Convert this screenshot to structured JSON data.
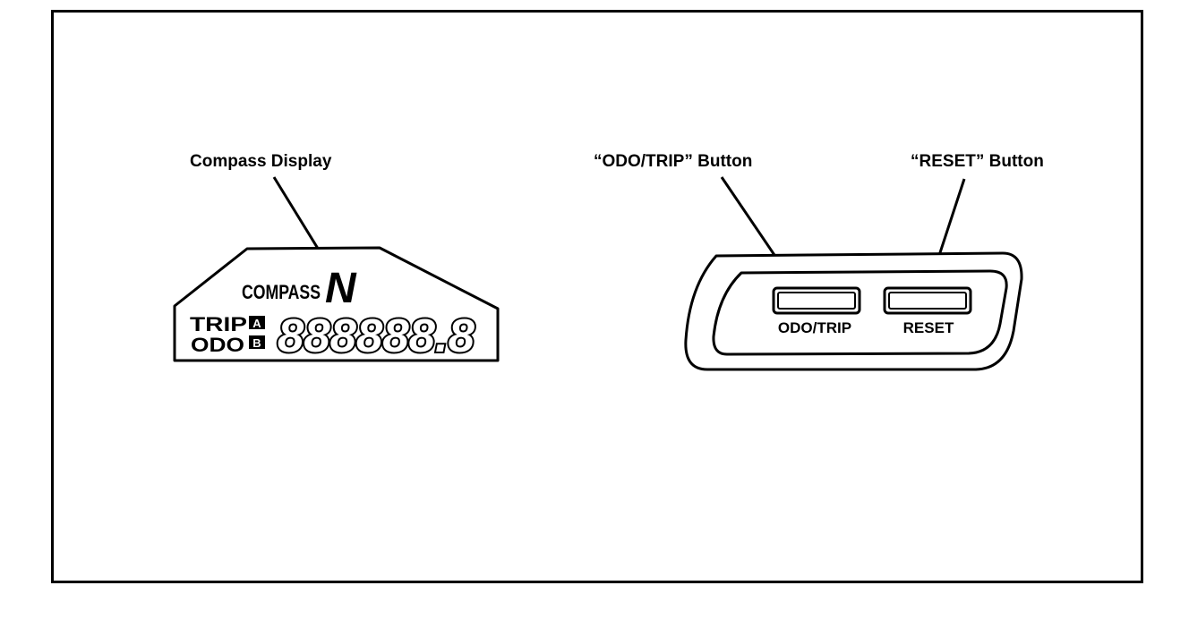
{
  "callouts": {
    "compass_display": "Compass Display",
    "odo_trip_button": "“ODO/TRIP” Button",
    "reset_button": "“RESET” Button"
  },
  "display": {
    "compass_label": "COMPASS",
    "heading": "N",
    "trip_label": "TRIP",
    "odo_label": "ODO",
    "trip_a": "A",
    "trip_b": "B",
    "digits": "888888.8"
  },
  "buttons": {
    "odo_trip_label": "ODO/TRIP",
    "reset_label": "RESET"
  },
  "colors": {
    "ink": "#000000",
    "background": "#ffffff"
  }
}
